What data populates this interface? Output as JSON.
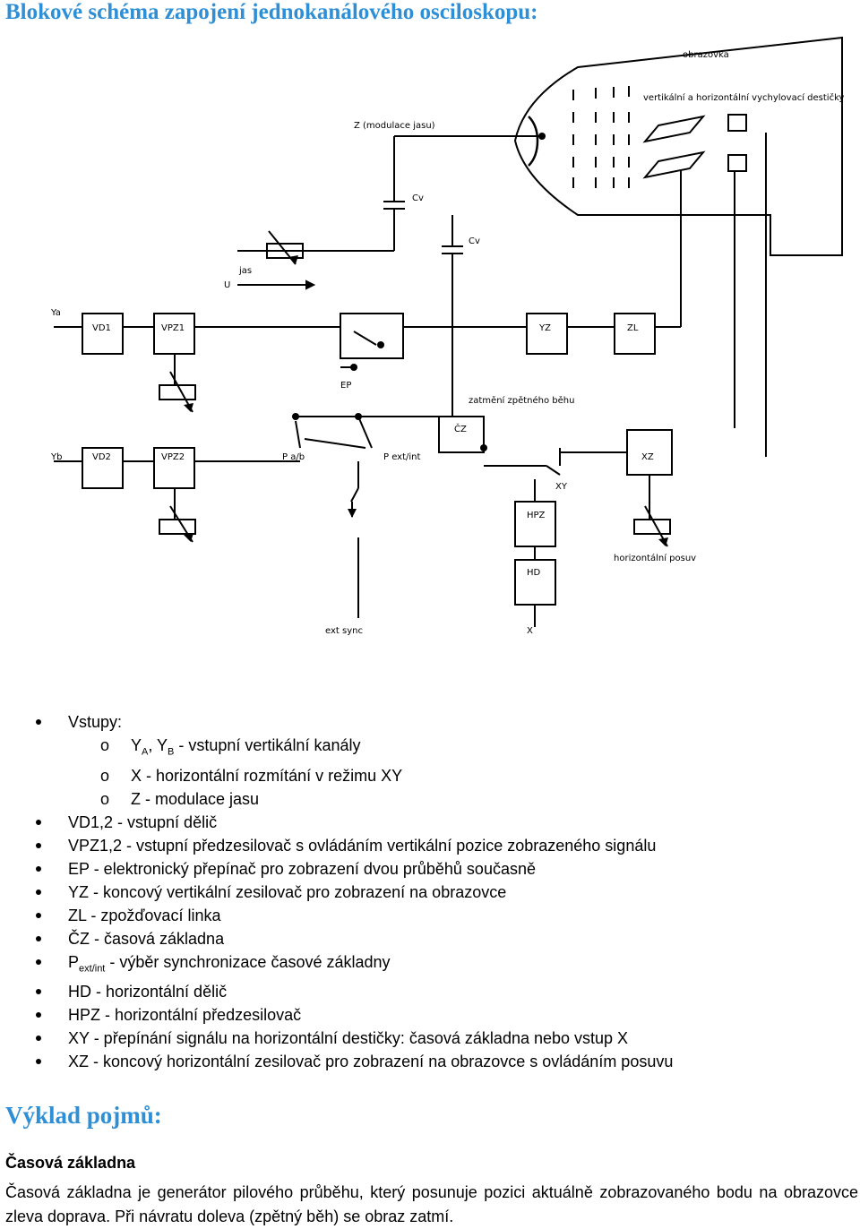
{
  "title": "Blokové schéma zapojení jednokanálového osciloskopu:",
  "diagram": {
    "labels": {
      "obrazovka": "obrazovka",
      "desticky": "vertikální a horizontální vychylovací destičky",
      "z": "Z (modulace jasu)",
      "cv1": "Cv",
      "cv2": "Cv",
      "jas": "jas",
      "u": "U",
      "ya": "Ya",
      "yb": "Yb",
      "vd1": "VD1",
      "vpz1": "VPZ1",
      "vd2": "VD2",
      "vpz2": "VPZ2",
      "ep": "EP",
      "yz": "YZ",
      "zl": "ZL",
      "zatmeni": "zatmění zpětného běhu",
      "cz": "ČZ",
      "pab": "P a/b",
      "pext": "P ext/int",
      "xz": "XZ",
      "xy": "XY",
      "hpz": "HPZ",
      "hd": "HD",
      "hposuv": "horizontální posuv",
      "extsync": "ext sync",
      "x": "X"
    }
  },
  "list": {
    "inputs": "Vstupy:",
    "sub1_a": "Y",
    "sub1_sa": "A",
    "sub1_b": ", Y",
    "sub1_sb": "B",
    "sub1_c": " - vstupní vertikální kanály",
    "sub2": "X - horizontální rozmítání v režimu XY",
    "sub3": "Z - modulace jasu",
    "marker_o": "o",
    "i1": "VD1,2 - vstupní dělič",
    "i2": "VPZ1,2 - vstupní předzesilovač s ovládáním vertikální pozice zobrazeného signálu",
    "i3": "EP - elektronický přepínač pro zobrazení dvou průběhů současně",
    "i4": "YZ - koncový vertikální zesilovač pro zobrazení na obrazovce",
    "i5": "ZL - zpožďovací linka",
    "i6": "ČZ - časová základna",
    "i7a": "P",
    "i7s": "ext/int",
    "i7b": " - výběr synchronizace časové základny",
    "i8": "HD - horizontální dělič",
    "i9": "HPZ - horizontální předzesilovač",
    "i10": "XY - přepínání signálu na horizontální destičky: časová základna nebo vstup X",
    "i11": "XZ - koncový horizontální zesilovač pro zobrazení na obrazovce s ovládáním posuvu"
  },
  "section_title": "Výklad pojmů:",
  "subsection": "Časová základna",
  "paragraph": "Časová základna je generátor pilového průběhu, který posunuje pozici aktuálně zobrazovaného bodu na obrazovce zleva doprava. Při návratu doleva (zpětný běh) se obraz zatmí."
}
